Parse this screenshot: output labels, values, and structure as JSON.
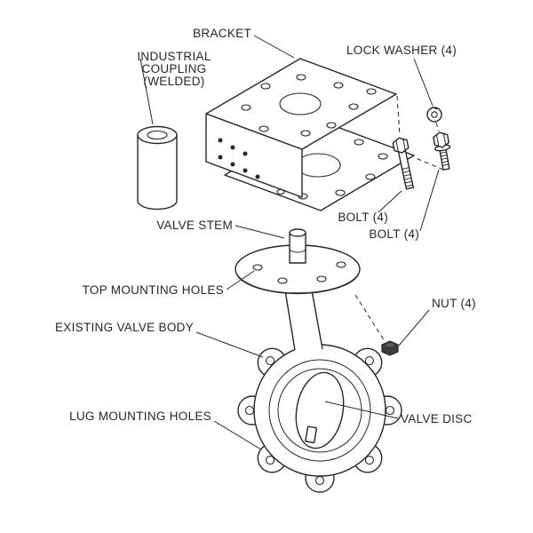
{
  "diagram": {
    "labels": {
      "bracket": "BRACKET",
      "coupling_line1": "INDUSTRIAL",
      "coupling_line2": "COUPLING",
      "coupling_line3": "(WELDED)",
      "lock_washer": "LOCK WASHER (4)",
      "valve_stem": "VALVE STEM",
      "bolt_a": "BOLT (4)",
      "bolt_b": "BOLT (4)",
      "top_mounting_holes": "TOP MOUNTING HOLES",
      "nut": "NUT (4)",
      "existing_valve_body": "EXISTING VALVE BODY",
      "valve_disc": "VALVE DISC",
      "lug_mounting_holes": "LUG MOUNTING HOLES"
    },
    "colors": {
      "line": "#262626",
      "background": "#ffffff"
    }
  }
}
